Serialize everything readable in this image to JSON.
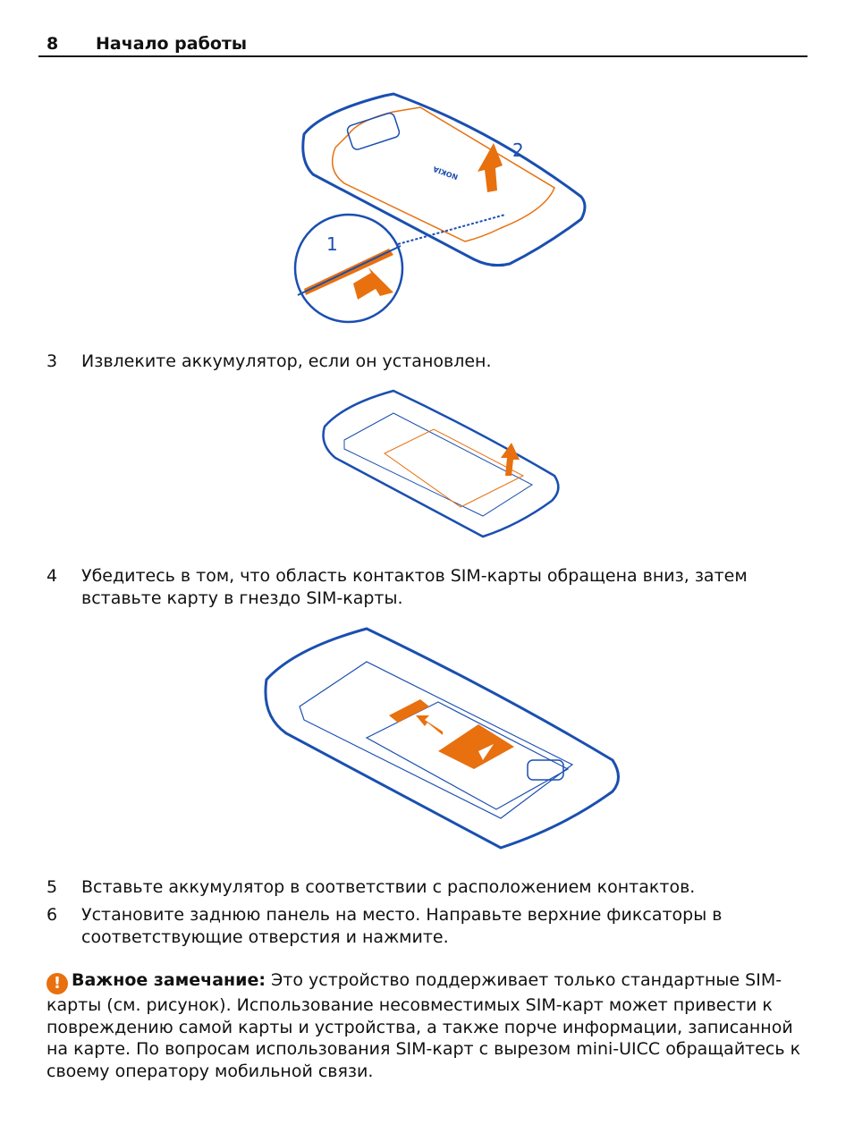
{
  "header": {
    "page_number": "8",
    "title": "Начало работы"
  },
  "figures": {
    "fig1": {
      "label_1": "1",
      "label_2": "2",
      "logo": "NOKIA"
    }
  },
  "steps": [
    {
      "number": "3",
      "text": "Извлеките аккумулятор, если он установлен."
    },
    {
      "number": "4",
      "text": "Убедитесь в том, что область контактов SIM-карты обращена вниз, затем вставьте карту в гнездо SIM-карты."
    },
    {
      "number": "5",
      "text": "Вставьте аккумулятор в соответствии с расположением контактов."
    },
    {
      "number": "6",
      "text": "Установите заднюю панель на место. Направьте верхние фиксаторы в соответствующие отверстия и нажмите."
    }
  ],
  "note": {
    "icon": "exclamation-icon",
    "title": "Важное замечание:",
    "text": " Это устройство поддерживает только стандартные SIM-карты (см. рисунок). Использование несовместимых SIM-карт может привести к повреждению самой карты и устройства, а также порче информации, записанной на карте. По вопросам использования SIM-карт с вырезом mini-UICC обращайтесь к своему оператору мобильной связи."
  },
  "colors": {
    "blue": "#1a4fb0",
    "orange": "#e8700f"
  }
}
